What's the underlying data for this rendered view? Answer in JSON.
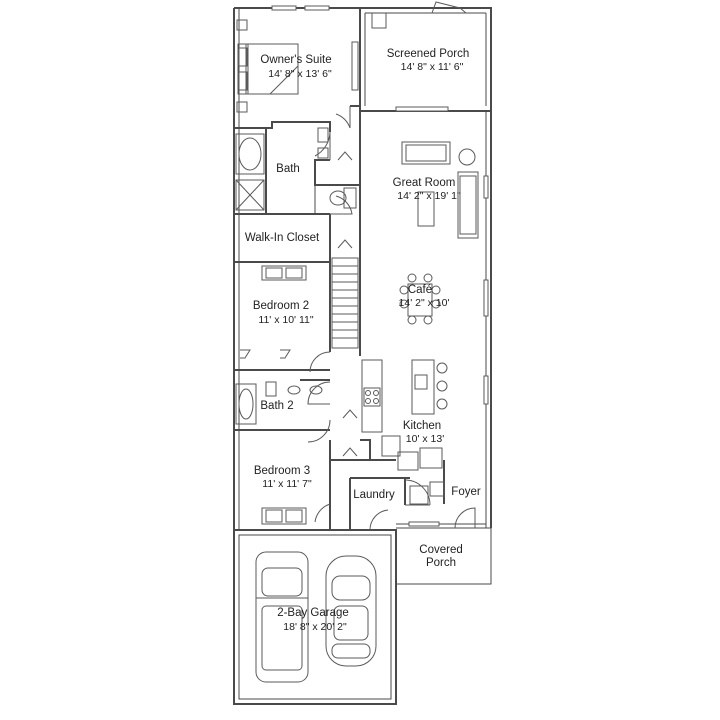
{
  "rooms": {
    "owners_suite": {
      "name": "Owner's Suite",
      "dim": "14' 8\" x 13' 6\""
    },
    "screened_porch": {
      "name": "Screened Porch",
      "dim": "14' 8\" x 11' 6\""
    },
    "bath": {
      "name": "Bath"
    },
    "great_room": {
      "name": "Great Room",
      "dim": "14' 2\" x 19' 1\""
    },
    "walk_in_closet": {
      "name": "Walk-In Closet"
    },
    "bedroom2": {
      "name": "Bedroom 2",
      "dim": "11' x 10' 11\""
    },
    "cafe": {
      "name": "Café",
      "dim": "14' 2\" x 10'"
    },
    "bath2": {
      "name": "Bath 2"
    },
    "kitchen": {
      "name": "Kitchen",
      "dim": "10' x 13'"
    },
    "bedroom3": {
      "name": "Bedroom 3",
      "dim": "11' x 11' 7\""
    },
    "laundry": {
      "name": "Laundry"
    },
    "foyer": {
      "name": "Foyer"
    },
    "covered_porch": {
      "name": "Covered",
      "name2": "Porch"
    },
    "garage": {
      "name": "2-Bay Garage",
      "dim": "18' 8\" x 20' 2\""
    }
  },
  "colors": {
    "wall": "#4a4a4a",
    "fixture": "#5a5a5a",
    "text": "#222222"
  }
}
